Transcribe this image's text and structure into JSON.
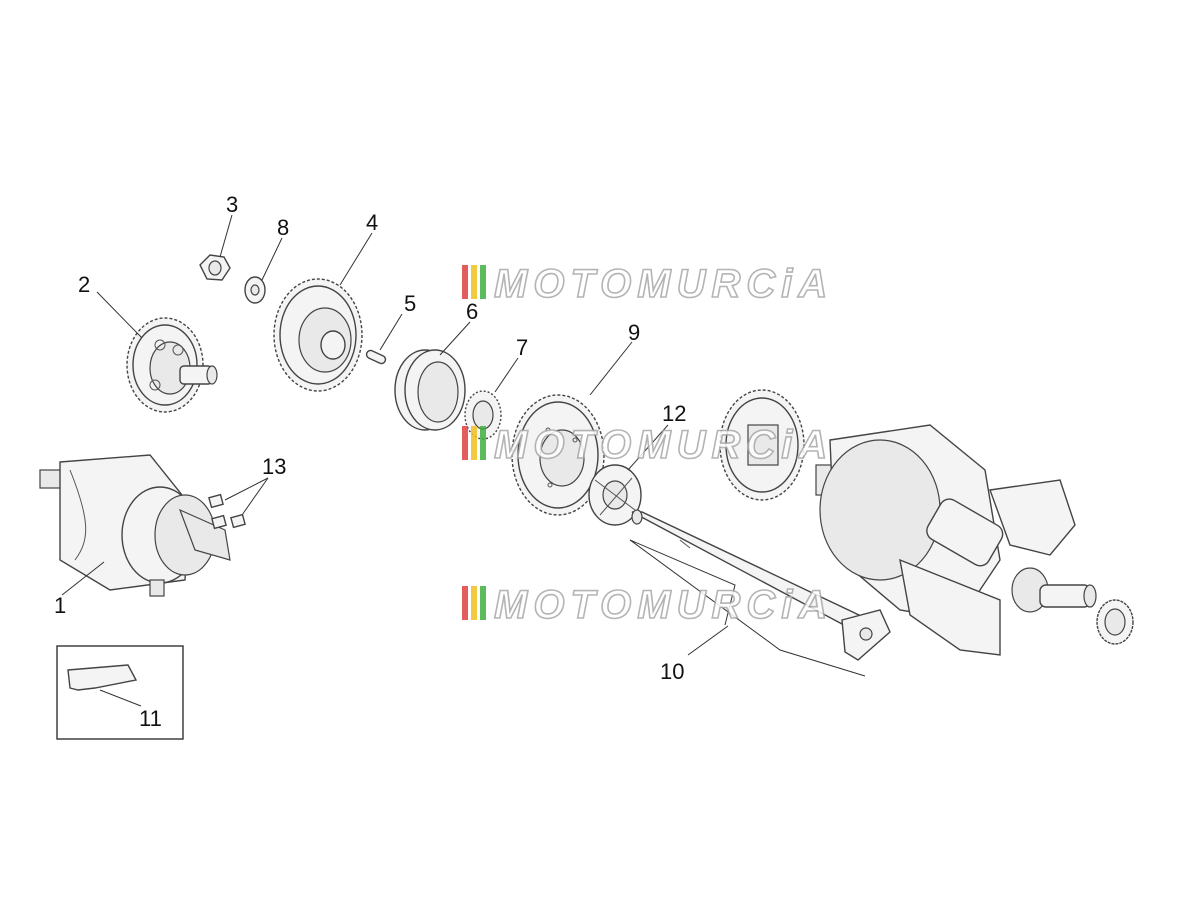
{
  "callouts": [
    {
      "id": "1",
      "label": "1"
    },
    {
      "id": "2",
      "label": "2"
    },
    {
      "id": "3",
      "label": "3"
    },
    {
      "id": "4",
      "label": "4"
    },
    {
      "id": "5",
      "label": "5"
    },
    {
      "id": "6",
      "label": "6"
    },
    {
      "id": "7",
      "label": "7"
    },
    {
      "id": "8",
      "label": "8"
    },
    {
      "id": "9",
      "label": "9"
    },
    {
      "id": "10",
      "label": "10"
    },
    {
      "id": "11",
      "label": "11"
    },
    {
      "id": "12",
      "label": "12"
    },
    {
      "id": "13",
      "label": "13"
    }
  ],
  "watermark": {
    "text": "MOTOMURCiA",
    "stripe_colors": [
      "#e04040",
      "#f0c020",
      "#40b040"
    ]
  }
}
